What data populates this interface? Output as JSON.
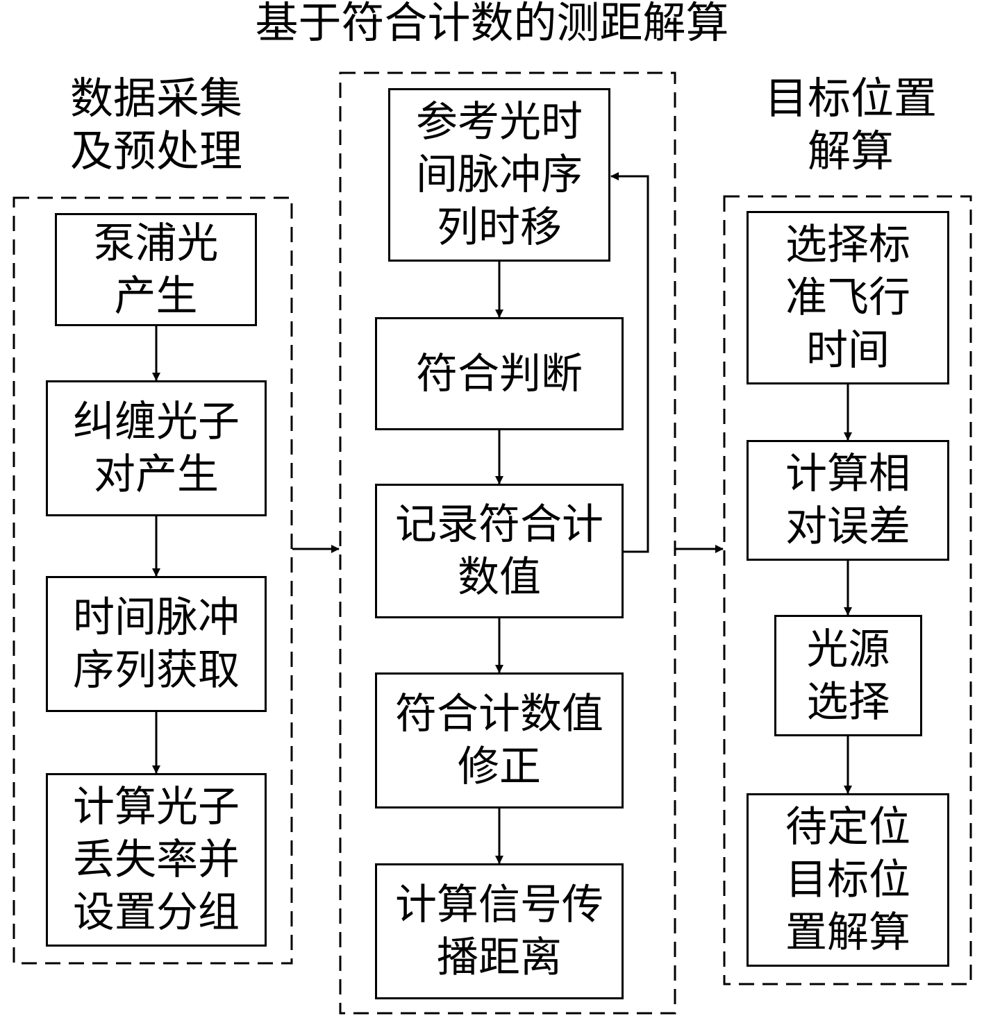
{
  "title": "基于符合计数的测距解算",
  "sections": {
    "left": {
      "lines": [
        "数据采集",
        "及预处理"
      ]
    },
    "right": {
      "lines": [
        "目标位置",
        "解算"
      ]
    }
  },
  "left_steps": [
    {
      "lines": [
        "泵浦光",
        "产生"
      ]
    },
    {
      "lines": [
        "纠缠光子",
        "对产生"
      ]
    },
    {
      "lines": [
        "时间脉冲",
        "序列获取"
      ]
    },
    {
      "lines": [
        "计算光子",
        "丢失率并",
        "设置分组"
      ]
    }
  ],
  "middle_steps": [
    {
      "lines": [
        "参考光时",
        "间脉冲序",
        "列时移"
      ]
    },
    {
      "lines": [
        "符合判断"
      ]
    },
    {
      "lines": [
        "记录符合计",
        "数值"
      ]
    },
    {
      "lines": [
        "符合计数值",
        "修正"
      ]
    },
    {
      "lines": [
        "计算信号传",
        "播距离"
      ]
    }
  ],
  "right_steps": [
    {
      "lines": [
        "选择标",
        "准飞行",
        "时间"
      ]
    },
    {
      "lines": [
        "计算相",
        "对误差"
      ]
    },
    {
      "lines": [
        "光源",
        "选择"
      ]
    },
    {
      "lines": [
        "待定位",
        "目标位",
        "置解算"
      ]
    }
  ]
}
